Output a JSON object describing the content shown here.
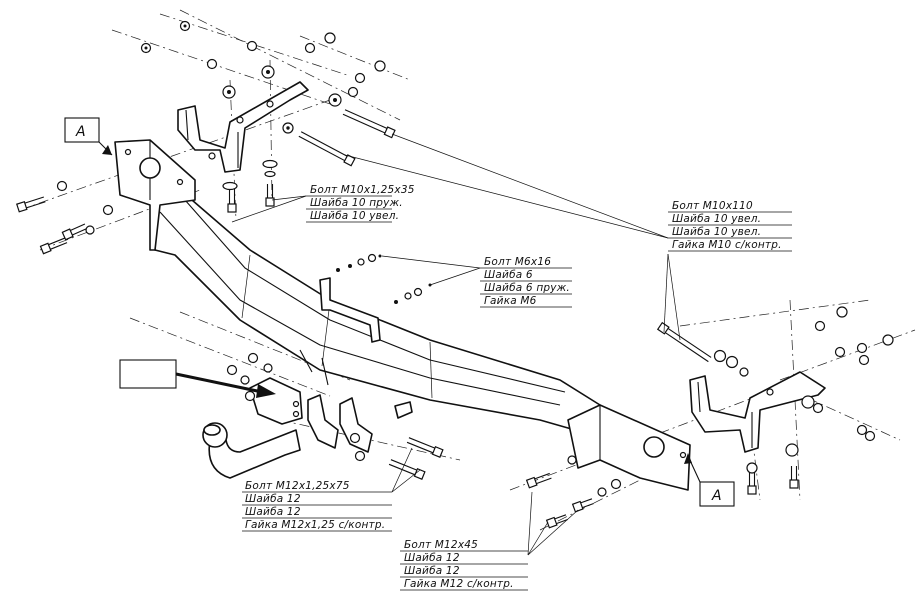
{
  "view_tags": {
    "a_left": "A",
    "a_right": "A",
    "detail_box": ""
  },
  "callouts": [
    {
      "id": "m10x1-25x35",
      "lines": [
        "Болт М10х1,25х35",
        "Шайба 10 пруж.",
        "Шайба 10 увел."
      ]
    },
    {
      "id": "m10x110",
      "lines": [
        "Болт М10х110",
        "Шайба 10 увел.",
        "Шайба 10 увел.",
        "Гайка М10 с/контр."
      ]
    },
    {
      "id": "m6x16",
      "lines": [
        "Болт М6х16",
        "Шайба 6",
        "Шайба 6 пруж.",
        "Гайка М6"
      ]
    },
    {
      "id": "m12x1-25x75",
      "lines": [
        "Болт М12х1,25х75",
        "Шайба 12",
        "Шайба 12",
        "Гайка М12х1,25 с/контр."
      ]
    },
    {
      "id": "m12x45",
      "lines": [
        "Болт М12х45",
        "Шайба 12",
        "Шайба 12",
        "Гайка М12 с/контр."
      ]
    }
  ]
}
